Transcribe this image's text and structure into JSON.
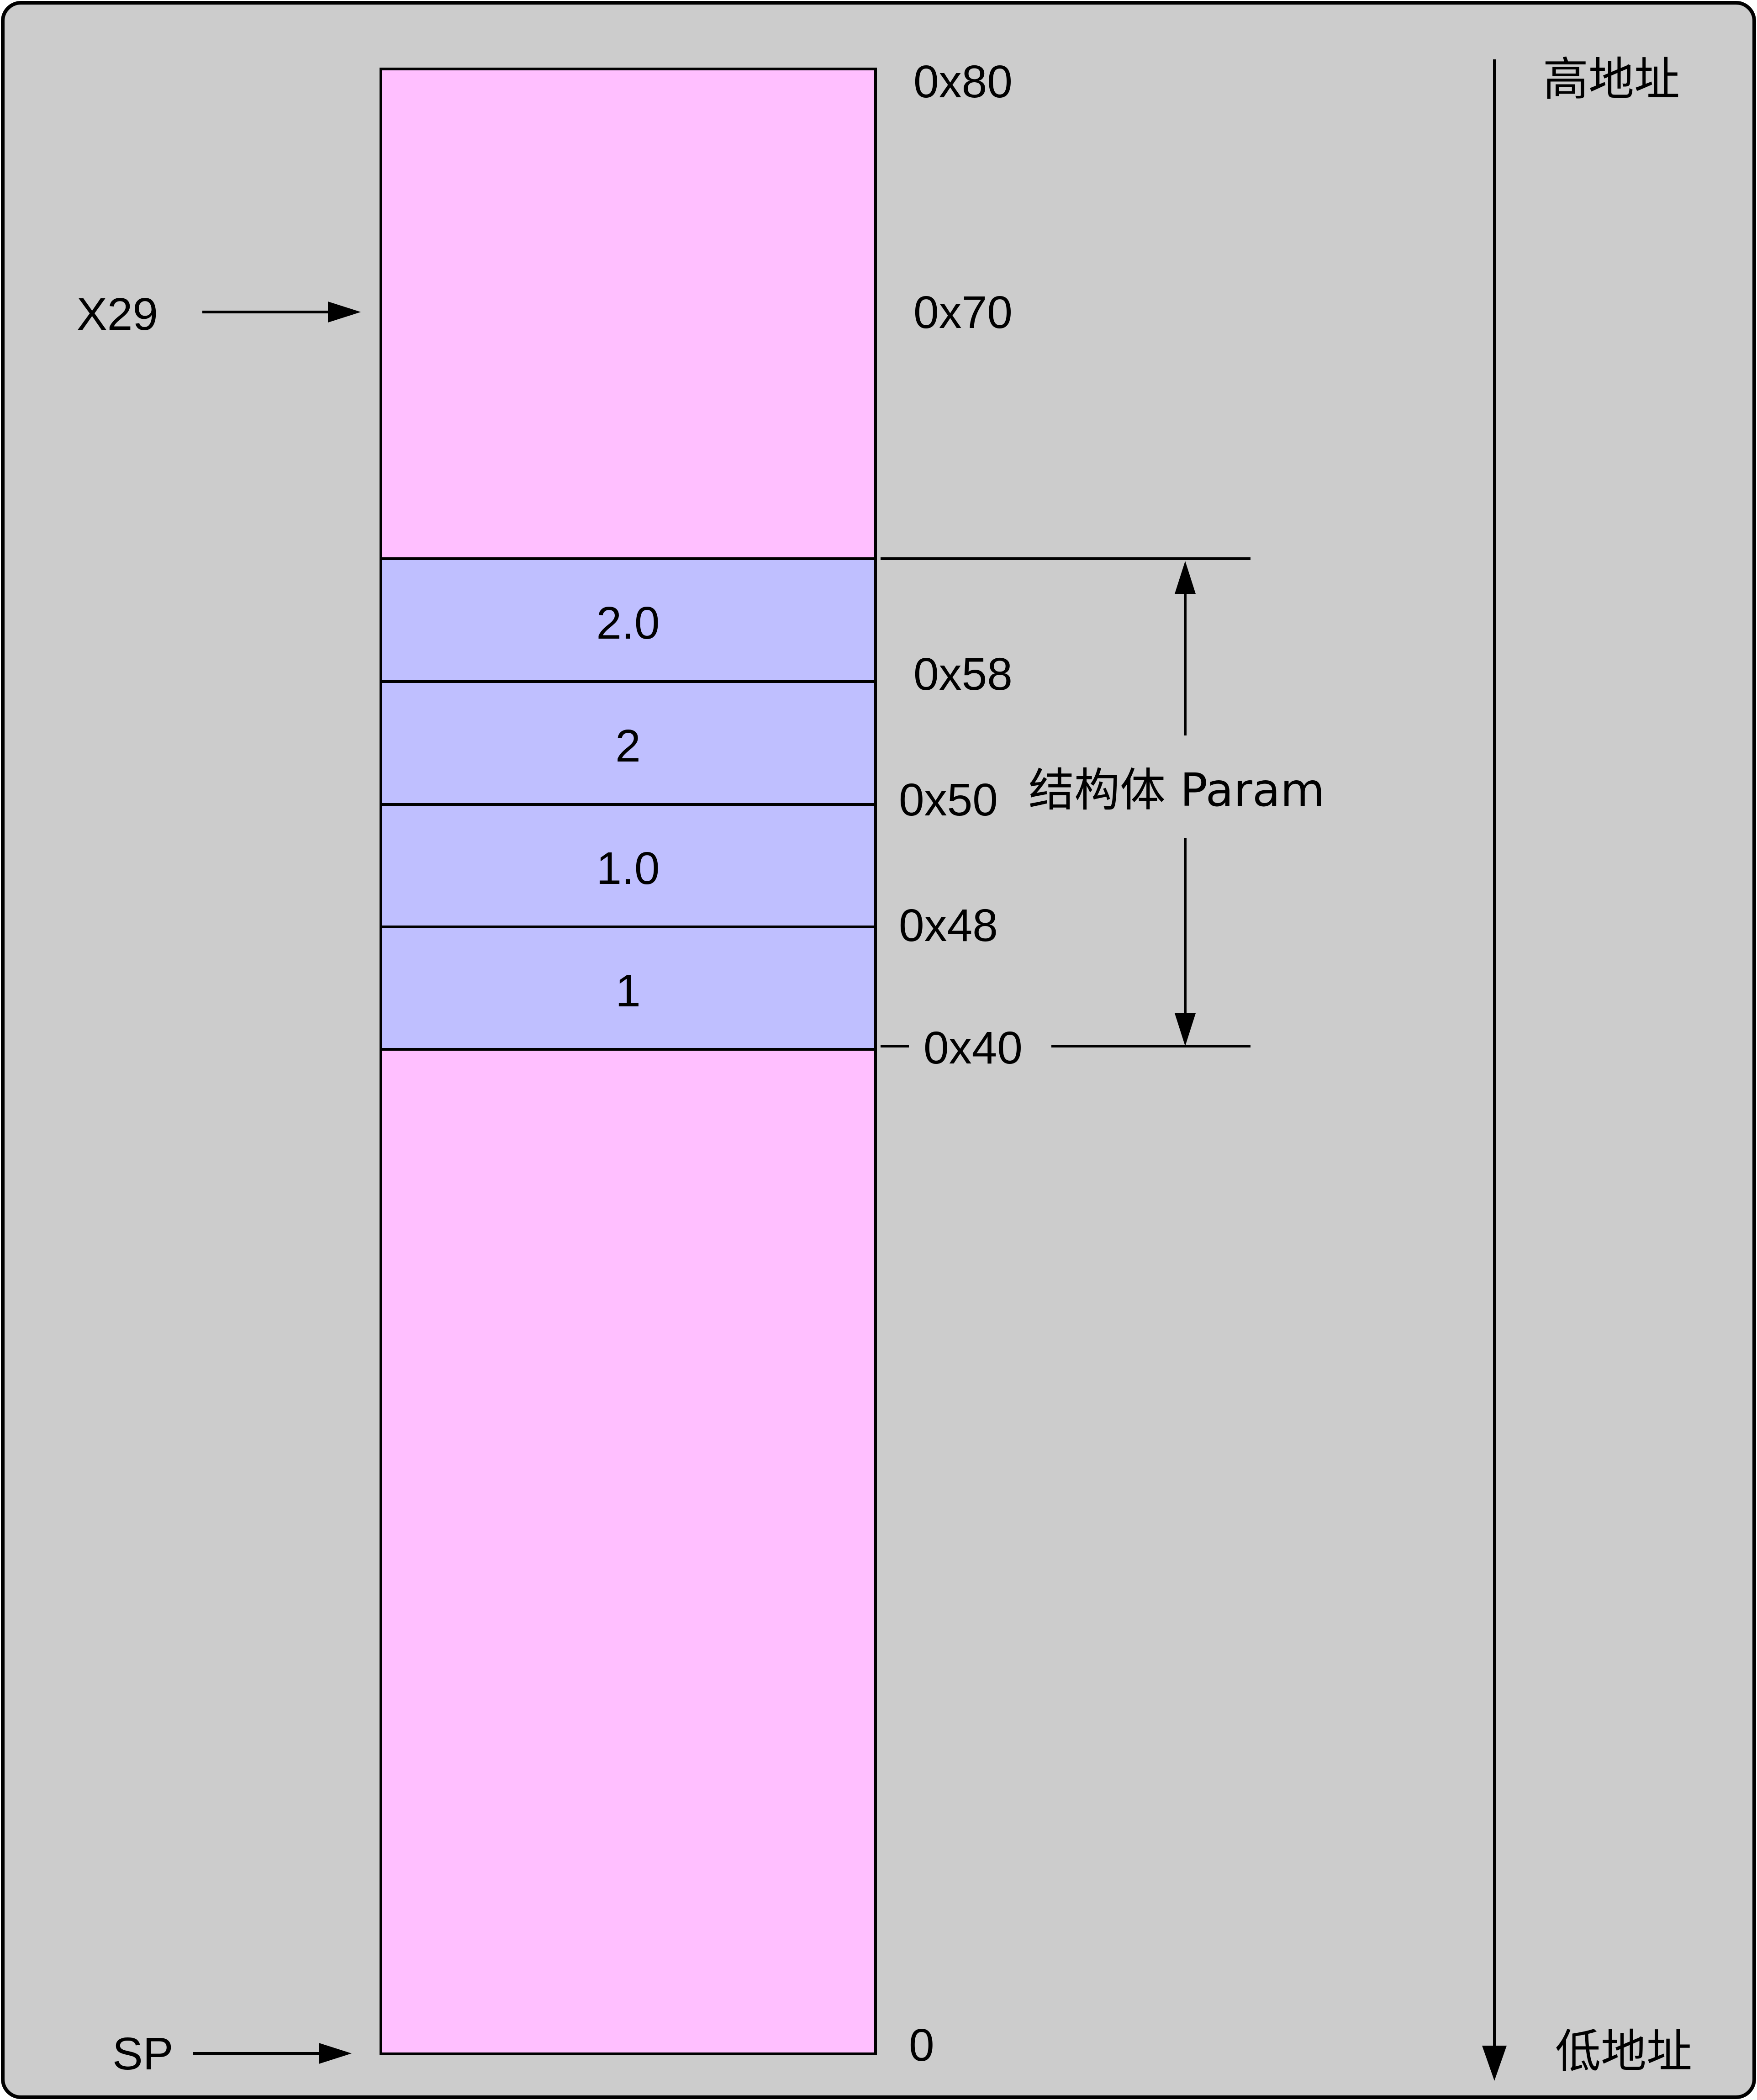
{
  "diagram": {
    "colors": {
      "background": "#cccccc",
      "stack_fill": "#ffbfff",
      "struct_fill": "#bfbfff",
      "line": "#000000"
    },
    "direction_labels": {
      "high": "高地址",
      "low": "低地址"
    },
    "pointers": {
      "x29": "X29",
      "sp": "SP"
    },
    "addresses": {
      "a80": "0x80",
      "a70": "0x70",
      "a58": "0x58",
      "a50": "0x50",
      "a48": "0x48",
      "a40": "0x40",
      "a0": "0"
    },
    "struct": {
      "label": "结构体 Param",
      "fields": [
        "2.0",
        "2",
        "1.0",
        "1"
      ]
    }
  }
}
